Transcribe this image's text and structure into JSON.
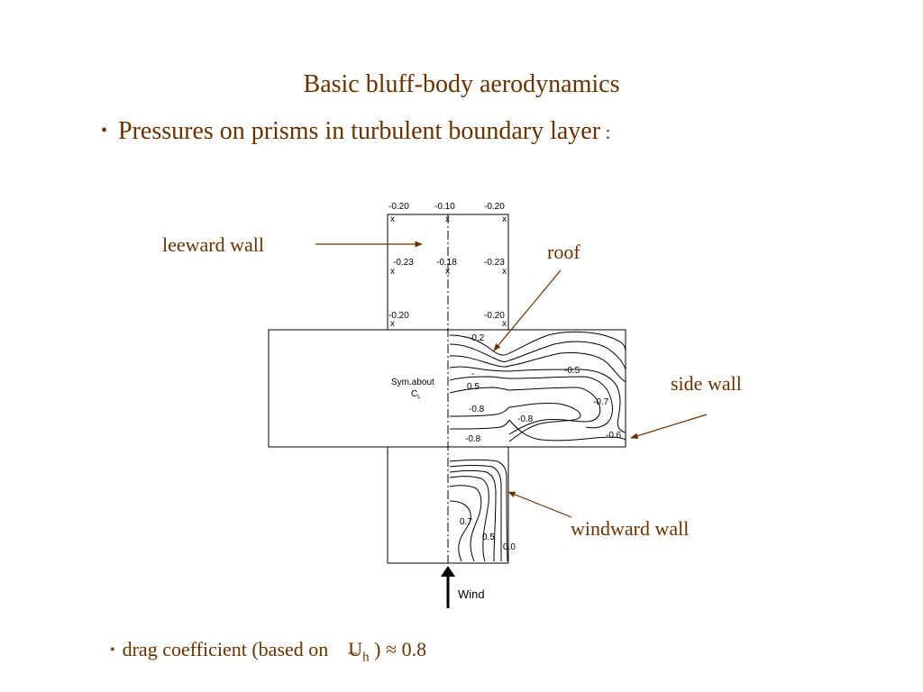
{
  "slide": {
    "title": "Basic bluff-body aerodynamics",
    "bullet1": {
      "bullet": "•",
      "text": "Pressures on prisms in turbulent boundary layer",
      "suffix": " :"
    },
    "bullet2": {
      "bullet": "•",
      "prefix": "drag coefficient (based on",
      "bar": "_",
      "var": "U",
      "sub": "h",
      "suffix": ") ≈ 0.8"
    }
  },
  "diagram": {
    "callouts": {
      "leeward_wall": "leeward wall",
      "roof": "roof",
      "side_wall": "side wall",
      "windward_wall": "windward wall"
    },
    "leeward_values": {
      "top_left": "-0.20",
      "top_mid": "-0.10",
      "top_right": "-0.20",
      "mid_left": "-0.23",
      "mid_mid": "-0.18",
      "mid_right": "-0.23",
      "bot_left": "-0.20",
      "bot_right": "-0.20",
      "marker": "x"
    },
    "roof_contours": [
      "-0.2",
      "-",
      "0.5",
      "-0.8",
      "-0.8"
    ],
    "side_contours": [
      "-0.5",
      "-0.7",
      "-0.6",
      "-0.8"
    ],
    "windward_contours": [
      "0.7",
      "0.5",
      "0.0"
    ],
    "symmetry_label": "Sym.about",
    "symmetry_cl": "C",
    "symmetry_cl_sub": "L",
    "wind_label": "Wind",
    "colors": {
      "text": "#663300",
      "lines": "#000000",
      "arrows": "#663300"
    }
  }
}
